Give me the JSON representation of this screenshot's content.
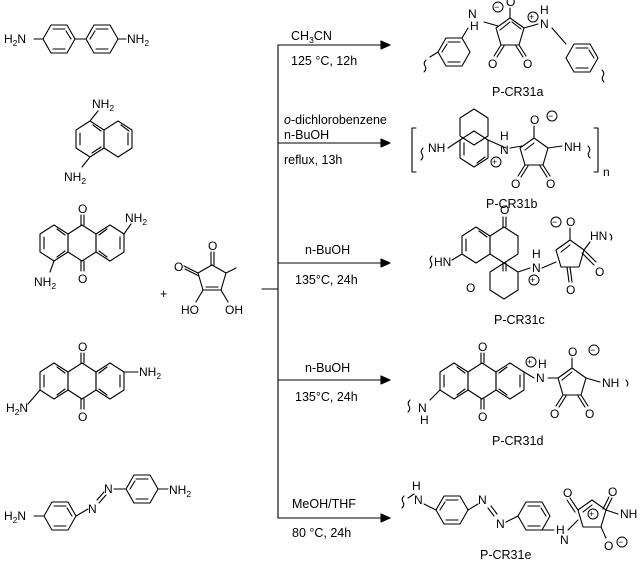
{
  "reactants": [
    {
      "amino_a": "H",
      "amino_a_sub": "2",
      "amino_a_tail": "N",
      "amino_b": "NH",
      "amino_b_sub": "2"
    },
    {
      "amino_a": "NH",
      "amino_a_sub": "2",
      "amino_b": "NH",
      "amino_b_sub": "2"
    },
    {
      "amino_a": "NH",
      "amino_a_sub": "2",
      "amino_b": "NH",
      "amino_b_sub": "2",
      "oxo_top": "O",
      "oxo_bottom": "O"
    },
    {
      "amino_a": "NH",
      "amino_a_sub": "2",
      "amino_b": "H",
      "amino_b_sub": "2",
      "amino_b_tail": "N",
      "oxo_top": "O",
      "oxo_bottom": "O"
    },
    {
      "amino_a": "H",
      "amino_a_sub": "2",
      "amino_a_tail": "N",
      "amino_b": "NH",
      "amino_b_sub": "2",
      "azo_1": "N",
      "azo_2": "N"
    }
  ],
  "plus": "+",
  "squaric_acid": {
    "o1": "O",
    "o2": "O",
    "oh1": "HO",
    "oh2": "OH"
  },
  "reactions": [
    {
      "solvent": "CH3CN",
      "solvent_main": "CH",
      "solvent_sub": "3",
      "solvent_tail": "CN",
      "conditions": "125 °C, 12h",
      "product": "P-CR31a"
    },
    {
      "solvent_line1": "o-dichlorobenzene",
      "solvent_italic": "o",
      "solvent_rest": "-dichlorobenzene",
      "solvent_line2": "n-BuOH",
      "conditions": "reflux, 13h",
      "product": "P-CR31b",
      "repeat": "n"
    },
    {
      "solvent": "n-BuOH",
      "conditions": "135°C, 24h",
      "product": "P-CR31c"
    },
    {
      "solvent": "n-BuOH",
      "conditions": "135°C, 24h",
      "product": "P-CR31d"
    },
    {
      "solvent": "MeOH/THF",
      "conditions": "80 °C, 24h",
      "product": "P-CR31e"
    }
  ],
  "atoms": {
    "O": "O",
    "N": "N",
    "H": "H",
    "NH": "NH",
    "HN": "HN",
    "plus": "+",
    "minus": "−"
  }
}
